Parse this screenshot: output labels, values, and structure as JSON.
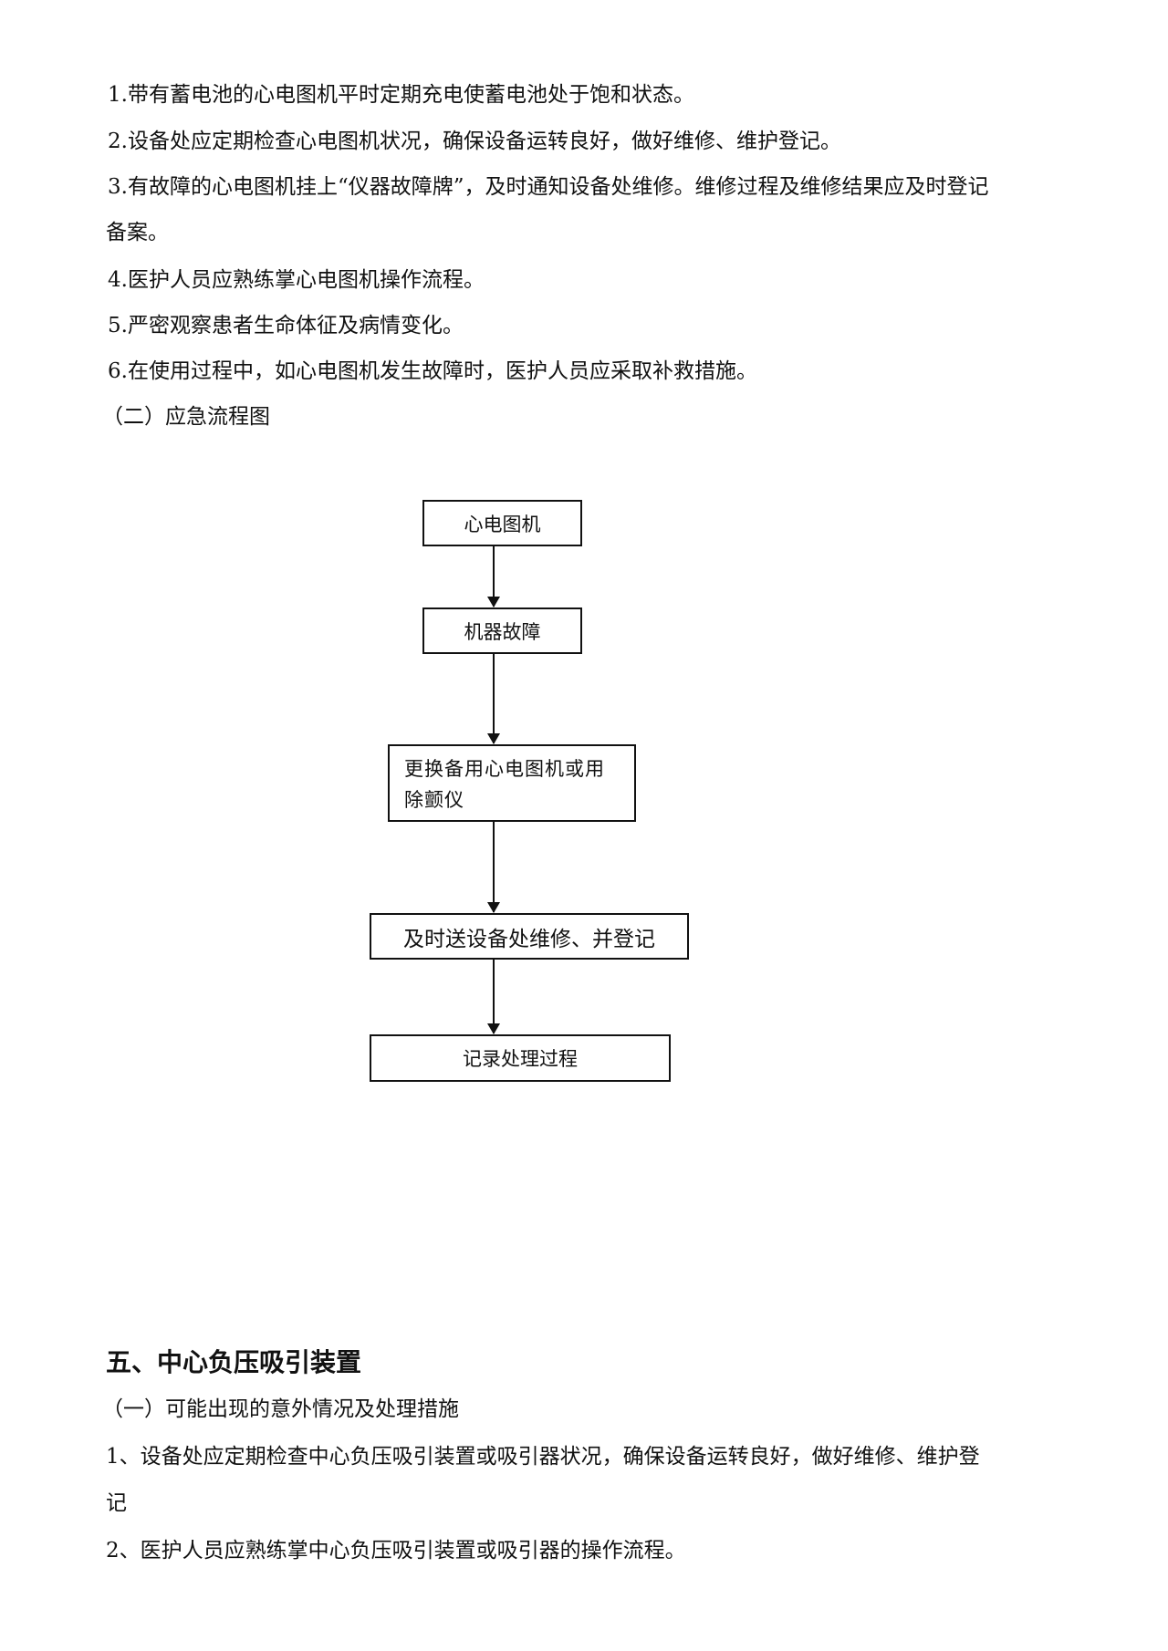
{
  "section_four_measures": {
    "items": [
      "1.带有蓄电池的心电图机平时定期充电使蓄电池处于饱和状态。",
      "2.设备处应定期检查心电图机状况，确保设备运转良好，做好维修、维护登记。",
      "3.有故障的心电图机挂上“仪器故障牌”，及时通知设备处维修。维修过程及维修结果应及时登记",
      "备案。",
      "4.医护人员应熟练掌心电图机操作流程。",
      "5.严密观察患者生命体征及病情变化。",
      "6.在使用过程中，如心电图机发生故障时，医护人员应采取补救措施。"
    ],
    "subheading": "（二）应急流程图"
  },
  "flowchart": {
    "nodes": [
      {
        "id": "n1",
        "label": "心电图机"
      },
      {
        "id": "n2",
        "label": "机器故障"
      },
      {
        "id": "n3",
        "label": "更换备用心电图机或用除颤仪"
      },
      {
        "id": "n4",
        "label": "及时送设备处维修、并登记"
      },
      {
        "id": "n5",
        "label": "记录处理过程"
      }
    ],
    "edges": [
      {
        "from": "n1",
        "to": "n2"
      },
      {
        "from": "n2",
        "to": "n3"
      },
      {
        "from": "n3",
        "to": "n4"
      },
      {
        "from": "n4",
        "to": "n5"
      }
    ]
  },
  "section_five": {
    "title": "五、中心负压吸引装置",
    "subheading": "（一）可能出现的意外情况及处理措施",
    "items": [
      "1、设备处应定期检查中心负压吸引装置或吸引器状况，确保设备运转良好，做好维修、维护登",
      "记",
      "2、医护人员应熟练掌中心负压吸引装置或吸引器的操作流程。"
    ]
  }
}
